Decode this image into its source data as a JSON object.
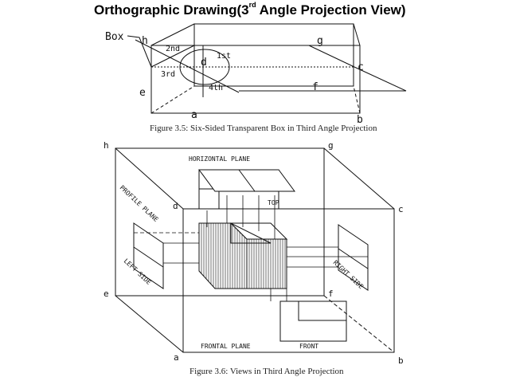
{
  "title": {
    "main": "Orthographic  Drawing(3",
    "sup": "rd",
    "rest": "  Angle Projection View)"
  },
  "figure1": {
    "caption": "Figure 3.5: Six-Sided Transparent Box in Third Angle Projection",
    "box_label": "Box",
    "corners": {
      "h": "h",
      "g": "g",
      "c": "c",
      "f": "f",
      "e": "e",
      "a": "a",
      "b": "b",
      "d": "d"
    },
    "quadrants": {
      "q1": "1st",
      "q2": "2nd",
      "q3": "3rd",
      "q4": "4th"
    }
  },
  "figure2": {
    "caption": "Figure 3.6: Views in Third Angle Projection",
    "corners": {
      "h": "h",
      "g": "g",
      "d": "d",
      "c": "c",
      "e": "e",
      "f": "f",
      "a": "a",
      "b": "b"
    },
    "planes": {
      "horizontal": "HORIZONTAL PLANE",
      "profile": "PROFILE PLANE",
      "frontal": "FRONTAL PLANE"
    },
    "views": {
      "top": "TOP",
      "left": "LEFT SIDE",
      "right": "RIGHT SIDE",
      "front": "FRONT"
    }
  }
}
